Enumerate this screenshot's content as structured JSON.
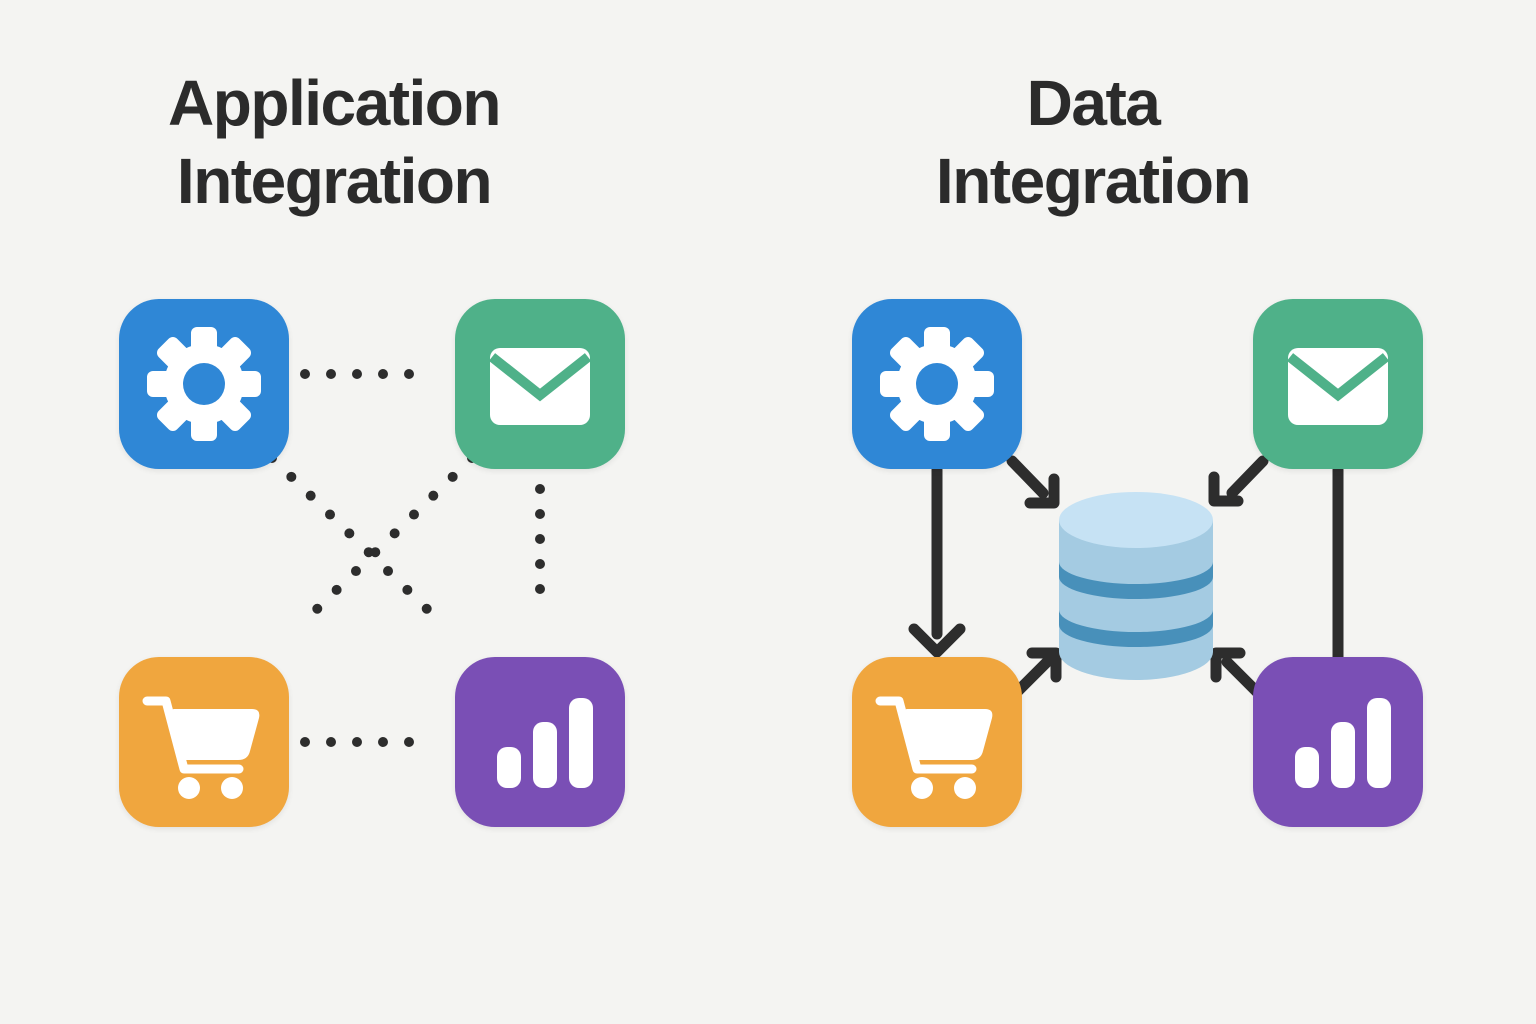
{
  "canvas": {
    "background": "#F4F4F2"
  },
  "colors": {
    "title_text": "#2B2B2B",
    "connector": "#2D2D2D",
    "tile_blue": "#2F87D6",
    "tile_green": "#4FB189",
    "tile_orange": "#F0A63E",
    "tile_purple": "#7A4FB5",
    "glyph_white": "#FFFFFF",
    "db_body": "#A4CBE2",
    "db_top": "#C6E2F4",
    "db_band": "#4890BA"
  },
  "left_panel": {
    "title_line1": "Application",
    "title_line2": "Integration",
    "connection_style": "dotted point-to-point mesh between apps",
    "apps": [
      {
        "name": "settings",
        "icon": "gear-icon",
        "color": "#2F87D6",
        "position": "top-left"
      },
      {
        "name": "email",
        "icon": "envelope-icon",
        "color": "#4FB189",
        "position": "top-right"
      },
      {
        "name": "shopping-cart",
        "icon": "cart-icon",
        "color": "#F0A63E",
        "position": "bottom-left"
      },
      {
        "name": "analytics",
        "icon": "bar-chart-icon",
        "color": "#7A4FB5",
        "position": "bottom-right"
      }
    ]
  },
  "right_panel": {
    "title_line1": "Data",
    "title_line2": "Integration",
    "connection_style": "solid arrows between apps and central database",
    "hub": {
      "name": "database",
      "icon": "database-cylinder-icon"
    },
    "apps": [
      {
        "name": "settings",
        "icon": "gear-icon",
        "color": "#2F87D6",
        "position": "top-left"
      },
      {
        "name": "email",
        "icon": "envelope-icon",
        "color": "#4FB189",
        "position": "top-right"
      },
      {
        "name": "shopping-cart",
        "icon": "cart-icon",
        "color": "#F0A63E",
        "position": "bottom-left"
      },
      {
        "name": "analytics",
        "icon": "bar-chart-icon",
        "color": "#7A4FB5",
        "position": "bottom-right"
      }
    ]
  }
}
